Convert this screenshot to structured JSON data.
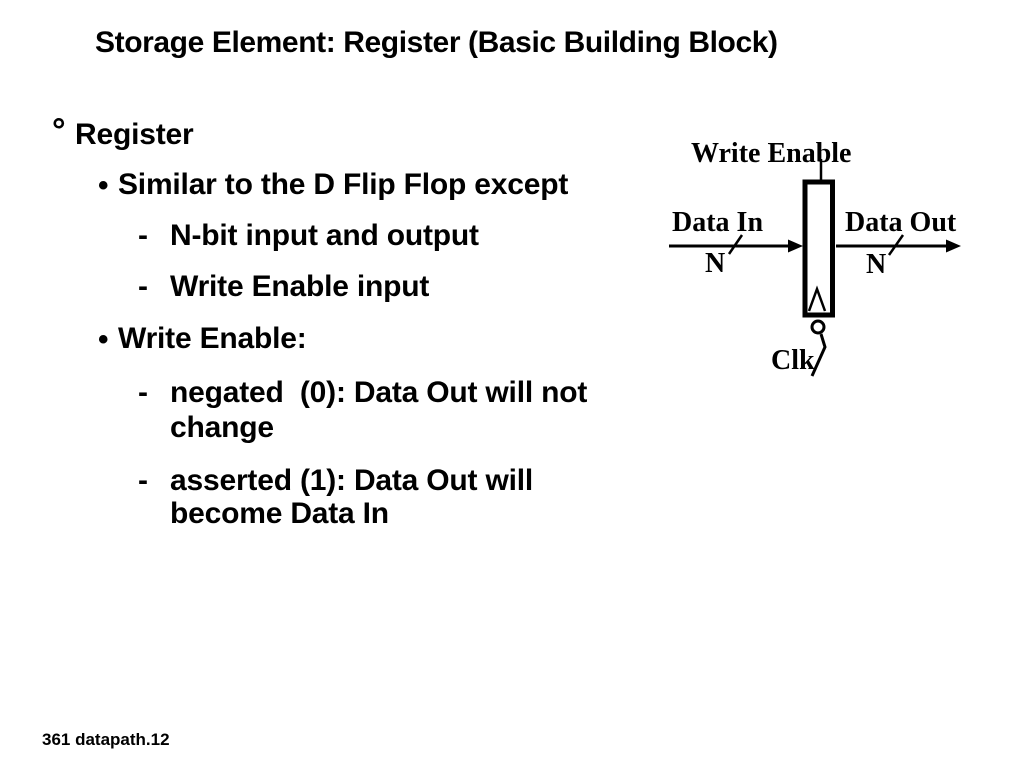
{
  "slide": {
    "title": "Storage Element: Register (Basic Building Block)",
    "footer": "361 datapath.12",
    "bullets": {
      "b0": {
        "marker": "°",
        "text": "Register"
      },
      "b1": {
        "marker": "•",
        "text": "Similar to the D Flip Flop except"
      },
      "b2": {
        "marker": "-",
        "text": "N-bit input and output"
      },
      "b3": {
        "marker": "-",
        "text": "Write Enable input"
      },
      "b4": {
        "marker": "•",
        "text": "Write Enable:"
      },
      "b5": {
        "marker": "-",
        "text": "negated  (0): Data Out will not"
      },
      "b6": {
        "marker": "",
        "text": "change"
      },
      "b7": {
        "marker": "-",
        "text": "asserted (1): Data Out will"
      },
      "b8": {
        "marker": "",
        "text": "become Data In"
      }
    }
  },
  "diagram": {
    "write_enable_label": "Write Enable",
    "data_in_label": "Data In",
    "data_out_label": "Data Out",
    "bus_width_left": "N",
    "bus_width_right": "N",
    "clk_label": "Clk"
  },
  "colors": {
    "background": "#ffffff",
    "ink": "#000000"
  }
}
